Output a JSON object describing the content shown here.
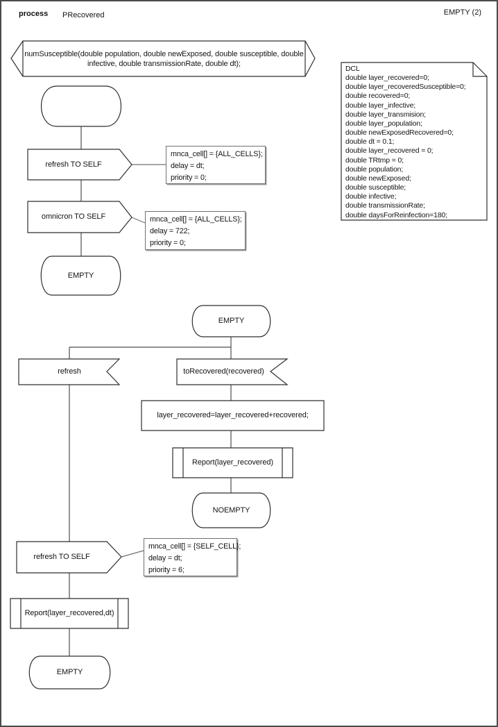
{
  "header": {
    "kind_label": "process",
    "process_name": "PRecovered",
    "page_ref": "EMPTY (2)"
  },
  "signal_declaration": "numSusceptible(double population, double newExposed, double susceptible, double infective, double transmissionRate, double dt);",
  "dcl": {
    "lines": [
      "DCL",
      "double layer_recovered=0;",
      "double layer_recoveredSusceptible=0;",
      "double recovered=0;",
      "double layer_infective;",
      "double layer_transmision;",
      "double layer_population;",
      "double newExposedRecovered=0;",
      "double dt = 0.1;",
      "double layer_recovered = 0;",
      "double TRtmp = 0;",
      "double population;",
      "double newExposed;",
      "double susceptible;",
      "double infective;",
      "double transmissionRate;",
      "double daysForReinfection=180;"
    ]
  },
  "outputs": {
    "o1": "refresh TO SELF",
    "o2": "omnicron TO SELF",
    "o3": "refresh TO SELF"
  },
  "inputs": {
    "i1": "refresh",
    "i2": "toRecovered(recovered)"
  },
  "states": {
    "s1": "EMPTY",
    "s2": "EMPTY",
    "s3": "NOEMPTY",
    "s4": "EMPTY"
  },
  "task": "layer_recovered=layer_recovered+recovered;",
  "procedures": {
    "p1": "Report(layer_recovered)",
    "p2": "Report(layer_recovered,dt)"
  },
  "comments": {
    "c1": [
      "mnca_cell[] = {ALL_CELLS};",
      "delay = dt;",
      "priority = 0;"
    ],
    "c2": [
      "mnca_cell[] = {ALL_CELLS};",
      "delay = 722;",
      "priority = 0;"
    ],
    "c3": [
      "mnca_cell[] = {SELF_CELL};",
      "delay = dt;",
      "priority = 6;"
    ]
  },
  "colors": {
    "shape_stroke": "#2e2e2e",
    "flow_line": "#4d4d4d",
    "comment_stroke": "#707070",
    "background": "#ffffff"
  }
}
